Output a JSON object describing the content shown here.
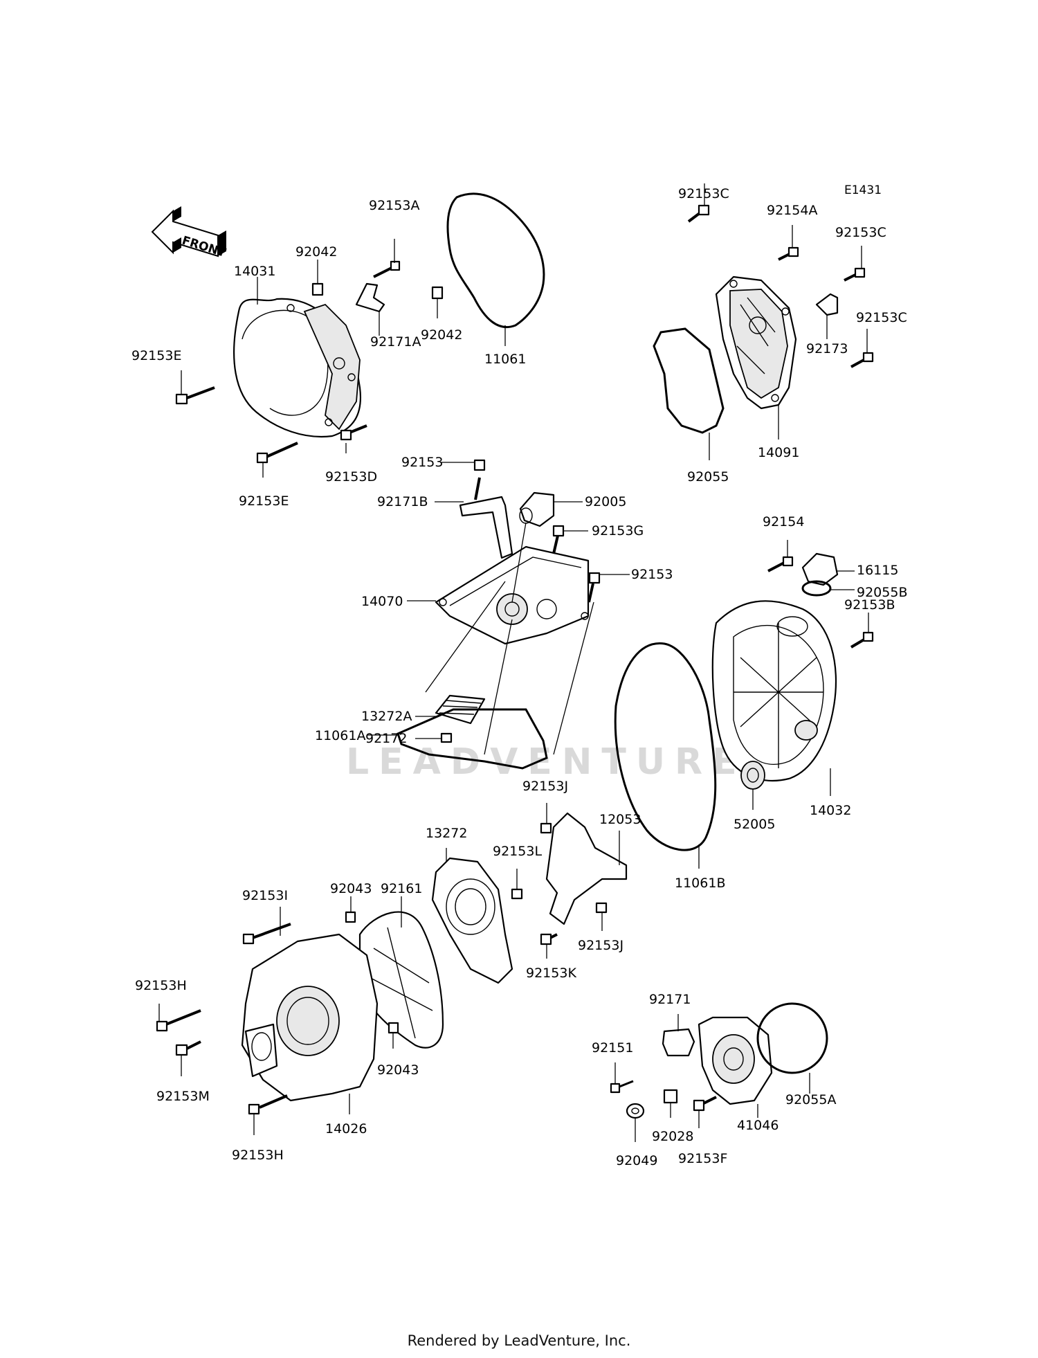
{
  "diagram": {
    "code": "E1431",
    "front_label": "FRONT",
    "footer": "Rendered by LeadVenture, Inc.",
    "watermark": "LEADVENTURE",
    "labels": {
      "p14031": "14031",
      "p92042a": "92042",
      "p92153A": "92153A",
      "p92171A": "92171A",
      "p92153E_top": "92153E",
      "p92153D": "92153D",
      "p92153E_bot": "92153E",
      "p92042b": "92042",
      "p11061": "11061",
      "p92153C_a": "92153C",
      "p92154A": "92154A",
      "p92153C_b": "92153C",
      "p92153C_c": "92153C",
      "p92173": "92173",
      "p14091": "14091",
      "p92055": "92055",
      "p92153_a": "92153",
      "p92171B": "92171B",
      "p92005": "92005",
      "p92153G": "92153G",
      "p92153_b": "92153",
      "p14070": "14070",
      "p13272A": "13272A",
      "p92172": "92172",
      "p11061A": "11061A",
      "p92154": "92154",
      "p16115": "16115",
      "p92055B": "92055B",
      "p92153B": "92153B",
      "p52005": "52005",
      "p14032": "14032",
      "p11061B": "11061B",
      "p92153J_a": "92153J",
      "p12053": "12053",
      "p92153J_b": "92153J",
      "p13272": "13272",
      "p92153L": "92153L",
      "p92153K": "92153K",
      "p92161": "92161",
      "p92043a": "92043",
      "p92153I": "92153I",
      "p92153H_a": "92153H",
      "p92153M": "92153M",
      "p92043b": "92043",
      "p14026": "14026",
      "p92153H_b": "92153H",
      "p92171": "92171",
      "p92151": "92151",
      "p92049": "92049",
      "p92028": "92028",
      "p92153F": "92153F",
      "p41046": "41046",
      "p92055A": "92055A"
    }
  }
}
